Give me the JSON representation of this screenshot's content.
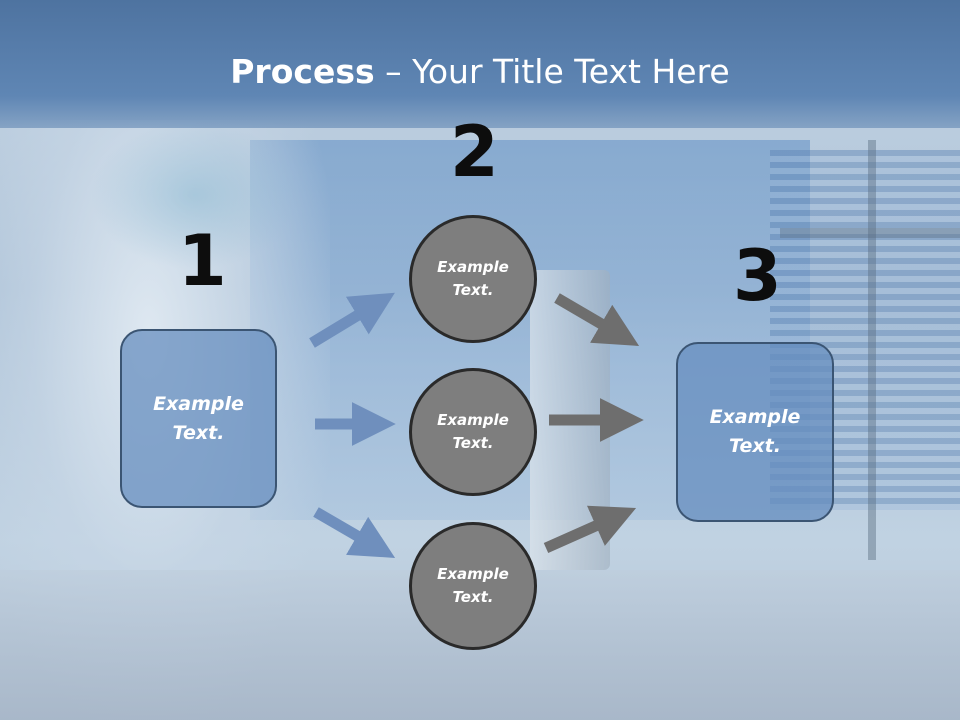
{
  "title": {
    "bold": "Process",
    "rest": " – Your Title Text Here"
  },
  "steps": [
    {
      "number": "1",
      "label": "Example\nText."
    },
    {
      "number": "2",
      "items": [
        "Example\nText.",
        "Example\nText.",
        "Example\nText."
      ]
    },
    {
      "number": "3",
      "label": "Example\nText."
    }
  ],
  "colors": {
    "box_fill": "#6a8fbe",
    "circle_fill": "#7e7e7e",
    "blue_arrow": "#6f8fbd",
    "gray_arrow": "#6e6e6e",
    "title_band": "#5a80ad"
  }
}
